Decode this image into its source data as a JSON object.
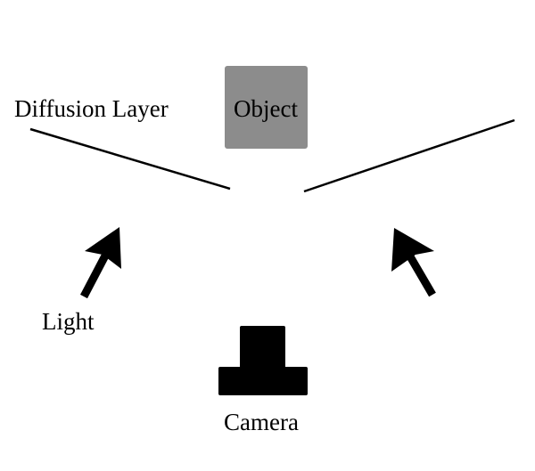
{
  "labels": {
    "diffusion_layer": "Diffusion Layer",
    "object": "Object",
    "light": "Light",
    "camera": "Camera"
  },
  "colors": {
    "object_fill": "#8c8c8c",
    "ink": "#000000",
    "background": "#ffffff"
  }
}
